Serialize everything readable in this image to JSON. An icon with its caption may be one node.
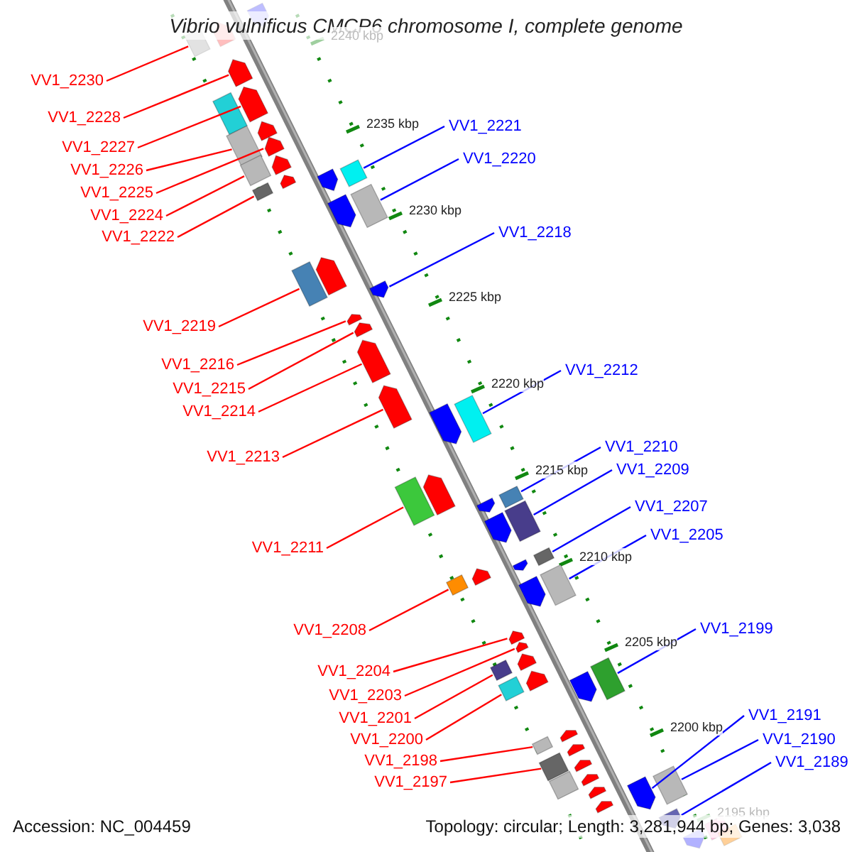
{
  "diagram": {
    "title": "Vibrio vulnificus CMCP6 chromosome I, complete genome",
    "nodes": [
      {
        "text": [
          "VV1_2230"
        ]
      },
      {
        "text": [
          "VV1_2228"
        ]
      },
      {
        "text": [
          "VV1_2221"
        ]
      },
      {
        "text": [
          "VV1_2227"
        ]
      },
      {
        "text": [
          "VV1_2220"
        ]
      },
      {
        "text": [
          "VV1_2226"
        ]
      },
      {
        "text": [
          "VV1_2225"
        ]
      },
      {
        "text": [
          "VV1_2224"
        ]
      },
      {
        "text": [
          "VV1_2218"
        ]
      },
      {
        "text": [
          "VV1_2222"
        ]
      },
      {
        "text": [
          "VV1_2219"
        ]
      },
      {
        "text": [
          "VV1_2216"
        ]
      },
      {
        "text": [
          "VV1_2212"
        ]
      },
      {
        "text": [
          "VV1_2215"
        ]
      },
      {
        "text": [
          "VV1_2214"
        ]
      },
      {
        "text": [
          "VV1_2210"
        ]
      },
      {
        "text": [
          "VV1_2213"
        ]
      },
      {
        "text": [
          "VV1_2209"
        ]
      },
      {
        "text": [
          "VV1_2207"
        ]
      },
      {
        "text": [
          "VV1_2205"
        ]
      },
      {
        "text": [
          "VV1_2211"
        ]
      },
      {
        "text": [
          "VV1_2199"
        ]
      },
      {
        "text": [
          "VV1_2208"
        ]
      },
      {
        "text": [
          "VV1_2204"
        ]
      },
      {
        "text": [
          "VV1_2203"
        ]
      },
      {
        "text": [
          "VV1_2191"
        ]
      },
      {
        "text": [
          "VV1_2201"
        ]
      },
      {
        "text": [
          "VV1_2190"
        ]
      },
      {
        "text": [
          "VV1_2200"
        ]
      },
      {
        "text": [
          "VV1_2189"
        ]
      },
      {
        "text": [
          "VV1_2198"
        ]
      },
      {
        "text": [
          "VV1_2197"
        ]
      },
      {
        "text": [],
        "shape": "pentagon"
      },
      {
        "text": [],
        "shape": "pentagon"
      },
      {
        "text": [],
        "shape": "box"
      },
      {
        "text": [],
        "shape": "pentagon"
      },
      {
        "text": [],
        "shape": "pentagon"
      },
      {
        "text": [],
        "shape": "box"
      },
      {
        "text": [],
        "shape": "pentagon"
      },
      {
        "text": [],
        "shape": "pentagon"
      },
      {
        "text": [],
        "shape": "box"
      },
      {
        "text": [],
        "shape": "pentagon"
      },
      {
        "text": [],
        "shape": "box"
      },
      {
        "text": [],
        "shape": "box"
      },
      {
        "text": [],
        "shape": "pentagon"
      },
      {
        "text": [],
        "shape": "pentagon"
      },
      {
        "text": [],
        "shape": "box"
      },
      {
        "text": [],
        "shape": "box"
      },
      {
        "text": [],
        "shape": "pentagon"
      },
      {
        "text": [],
        "shape": "pentagon"
      },
      {
        "text": [],
        "shape": "box"
      },
      {
        "text": [],
        "shape": "pentagon"
      },
      {
        "text": [],
        "shape": "pentagon"
      },
      {
        "text": [],
        "shape": "pentagon"
      },
      {
        "text": [],
        "shape": "pentagon"
      },
      {
        "text": [],
        "shape": "pentagon"
      },
      {
        "text": [],
        "shape": "box"
      },
      {
        "text": [],
        "shape": "pentagon"
      },
      {
        "text": [],
        "shape": "pentagon"
      },
      {
        "text": [],
        "shape": "box"
      },
      {
        "text": [],
        "shape": "box"
      },
      {
        "text": [],
        "shape": "pentagon"
      },
      {
        "text": [],
        "shape": "box"
      },
      {
        "text": [],
        "shape": "pentagon"
      },
      {
        "text": [],
        "shape": "box"
      },
      {
        "text": [],
        "shape": "pentagon"
      },
      {
        "text": [],
        "shape": "pentagon"
      },
      {
        "text": [],
        "shape": "box"
      },
      {
        "text": [],
        "shape": "box"
      },
      {
        "text": [],
        "shape": "pentagon"
      },
      {
        "text": [],
        "shape": "pentagon"
      },
      {
        "text": [],
        "shape": "pentagon"
      },
      {
        "text": [],
        "shape": "pentagon"
      },
      {
        "text": [],
        "shape": "box"
      },
      {
        "text": [],
        "shape": "pentagon"
      },
      {
        "text": [],
        "shape": "box"
      },
      {
        "text": [],
        "shape": "box"
      },
      {
        "text": [],
        "shape": "pentagon"
      },
      {
        "text": [],
        "shape": "pentagon"
      },
      {
        "text": [],
        "shape": "box"
      },
      {
        "text": [],
        "shape": "pentagon"
      },
      {
        "text": [],
        "shape": "pentagon"
      },
      {
        "text": [],
        "shape": "box"
      },
      {
        "text": [],
        "shape": "pentagon"
      },
      {
        "text": [],
        "shape": "box"
      },
      {
        "text": [],
        "shape": "box"
      },
      {
        "text": [],
        "shape": "pentagon"
      },
      {
        "text": [],
        "shape": "pentagon"
      },
      {
        "text": [],
        "shape": "pentagon"
      },
      {
        "text": [],
        "shape": "pentagon"
      },
      {
        "text": [],
        "shape": "box"
      },
      {
        "text": [],
        "shape": "box"
      },
      {
        "text": [],
        "shape": "pentagon"
      }
    ],
    "edges": [
      {
        "from": 0,
        "to": 34,
        "arrow": "none",
        "color": "#ff0000"
      },
      {
        "from": 1,
        "to": 35,
        "arrow": "none",
        "color": "#ff0000"
      },
      {
        "from": 2,
        "to": 43,
        "arrow": "none",
        "color": "#0000ff"
      },
      {
        "from": 3,
        "to": 36,
        "arrow": "none",
        "color": "#ff0000"
      },
      {
        "from": 4,
        "to": 47,
        "arrow": "none",
        "color": "#0000ff"
      },
      {
        "from": 5,
        "to": 40,
        "arrow": "none",
        "color": "#ff0000"
      },
      {
        "from": 6,
        "to": 39,
        "arrow": "none",
        "color": "#ff0000"
      },
      {
        "from": 7,
        "to": 42,
        "arrow": "none",
        "color": "#ff0000"
      },
      {
        "from": 8,
        "to": 51,
        "arrow": "none",
        "color": "#0000ff"
      },
      {
        "from": 9,
        "to": 46,
        "arrow": "none",
        "color": "#ff0000"
      },
      {
        "from": 10,
        "to": 50,
        "arrow": "none",
        "color": "#ff0000"
      },
      {
        "from": 11,
        "to": 52,
        "arrow": "none",
        "color": "#ff0000"
      },
      {
        "from": 12,
        "to": 56,
        "arrow": "none",
        "color": "#0000ff"
      },
      {
        "from": 13,
        "to": 53,
        "arrow": "none",
        "color": "#ff0000"
      },
      {
        "from": 14,
        "to": 54,
        "arrow": "none",
        "color": "#ff0000"
      },
      {
        "from": 15,
        "to": 59,
        "arrow": "none",
        "color": "#0000ff"
      },
      {
        "from": 16,
        "to": 55,
        "arrow": "none",
        "color": "#ff0000"
      },
      {
        "from": 17,
        "to": 62,
        "arrow": "none",
        "color": "#0000ff"
      },
      {
        "from": 18,
        "to": 64,
        "arrow": "none",
        "color": "#0000ff"
      },
      {
        "from": 19,
        "to": 68,
        "arrow": "none",
        "color": "#0000ff"
      },
      {
        "from": 20,
        "to": 60,
        "arrow": "none",
        "color": "#ff0000"
      },
      {
        "from": 21,
        "to": 75,
        "arrow": "none",
        "color": "#0000ff"
      },
      {
        "from": 22,
        "to": 67,
        "arrow": "none",
        "color": "#ff0000"
      },
      {
        "from": 23,
        "to": 70,
        "arrow": "none",
        "color": "#ff0000"
      },
      {
        "from": 24,
        "to": 71,
        "arrow": "none",
        "color": "#ff0000"
      },
      {
        "from": 25,
        "to": 87,
        "arrow": "none",
        "color": "#0000ff"
      },
      {
        "from": 26,
        "to": 73,
        "arrow": "none",
        "color": "#ff0000"
      },
      {
        "from": 27,
        "to": 85,
        "arrow": "none",
        "color": "#0000ff"
      },
      {
        "from": 28,
        "to": 76,
        "arrow": "none",
        "color": "#ff0000"
      },
      {
        "from": 29,
        "to": 89,
        "arrow": "none",
        "color": "#0000ff"
      },
      {
        "from": 30,
        "to": 79,
        "arrow": "none",
        "color": "#ff0000"
      },
      {
        "from": 31,
        "to": 82,
        "arrow": "none",
        "color": "#ff0000"
      }
    ],
    "labels": [
      "2240 kbp",
      "2235 kbp",
      "2230 kbp",
      "2225 kbp",
      "2220 kbp",
      "2215 kbp",
      "2210 kbp",
      "2205 kbp",
      "2200 kbp",
      "2195 kbp",
      "Accession: NC_004459",
      "Topology: circular; Length: 3,281,944 bp; Genes: 3,038"
    ]
  }
}
